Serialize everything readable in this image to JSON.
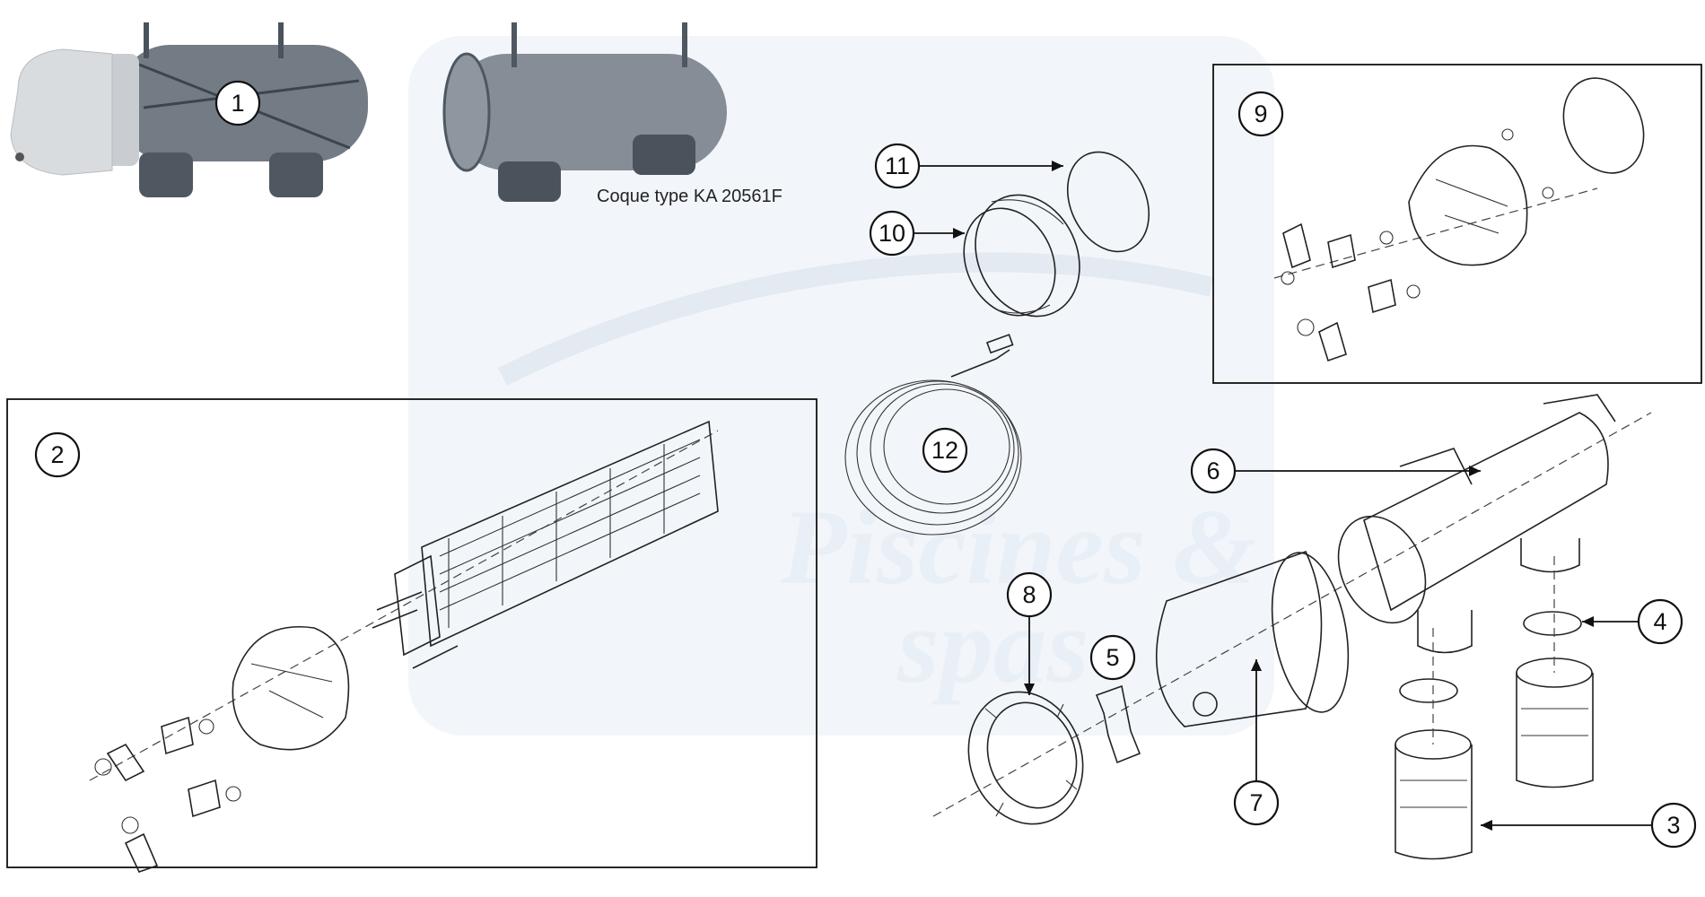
{
  "caption": "Coque type KA 20561F",
  "watermark": {
    "line1": "Piscines &",
    "line2": "spas"
  },
  "callouts": [
    {
      "id": "1",
      "label": "1"
    },
    {
      "id": "2",
      "label": "2"
    },
    {
      "id": "3",
      "label": "3"
    },
    {
      "id": "4",
      "label": "4"
    },
    {
      "id": "5",
      "label": "5"
    },
    {
      "id": "6",
      "label": "6"
    },
    {
      "id": "7",
      "label": "7"
    },
    {
      "id": "8",
      "label": "8"
    },
    {
      "id": "9",
      "label": "9"
    },
    {
      "id": "10",
      "label": "10"
    },
    {
      "id": "11",
      "label": "11"
    },
    {
      "id": "12",
      "label": "12"
    }
  ],
  "colors": {
    "line": "#111111",
    "watermark": "#e9eff6",
    "photo_body": "#5b6470",
    "photo_cap": "#d9dcdf"
  }
}
